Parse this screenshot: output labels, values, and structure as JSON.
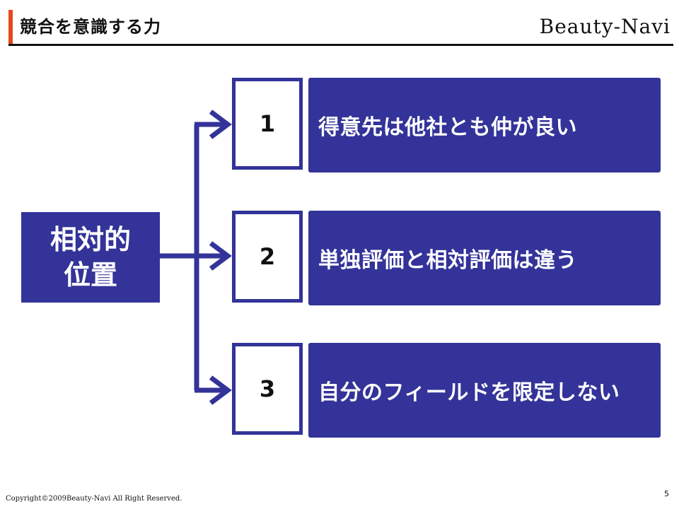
{
  "header": {
    "title": "競合を意識する力",
    "brand": "Beauty-Navi"
  },
  "diagram": {
    "source_label": "相対的\n位置",
    "items": [
      {
        "number": "1",
        "text": "得意先は他社とも仲が良い"
      },
      {
        "number": "2",
        "text": "単独評価と相対評価は違う"
      },
      {
        "number": "3",
        "text": "自分のフィールドを限定しない"
      }
    ]
  },
  "footer": {
    "copyright": "Copyright©2009Beauty-Navi All Right Reserved.",
    "page_number": "5"
  },
  "colors": {
    "accent": "#e8461b",
    "box_fill": "#333399",
    "text_dark": "#111111"
  }
}
